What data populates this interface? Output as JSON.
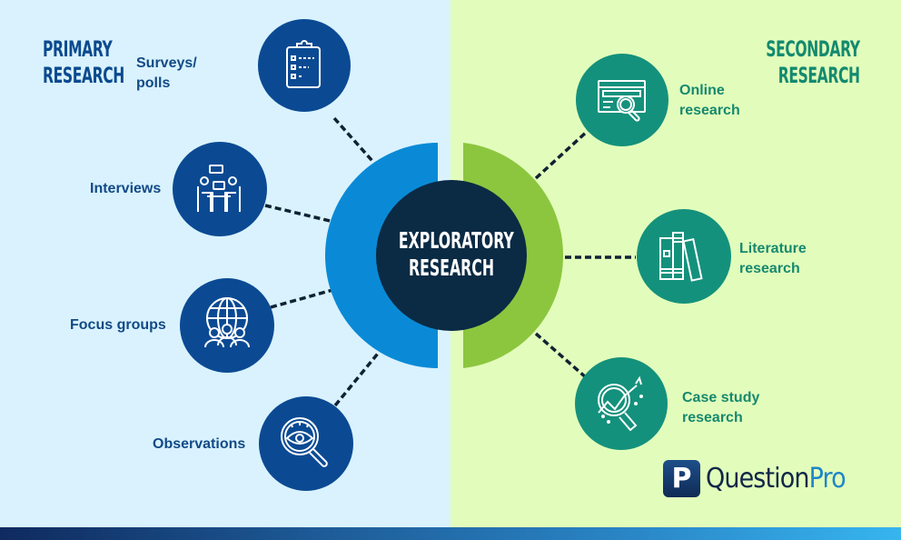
{
  "title": "Exploratory Research",
  "center": {
    "line1": "EXPLORATORY",
    "line2": "RESEARCH"
  },
  "primary": {
    "heading_line1": "PRIMARY",
    "heading_line2": "RESEARCH",
    "color": "#0b4a8f",
    "circle_color": "#0b4a93",
    "arc_color": "#0a8ad6",
    "items": [
      {
        "label_line1": "Surveys/",
        "label_line2": "polls",
        "icon": "clipboard-checklist-icon"
      },
      {
        "label_line1": "Interviews",
        "label_line2": "",
        "icon": "interview-meeting-icon"
      },
      {
        "label_line1": "Focus groups",
        "label_line2": "",
        "icon": "globe-group-icon"
      },
      {
        "label_line1": "Observations",
        "label_line2": "",
        "icon": "eye-magnifier-icon"
      }
    ]
  },
  "secondary": {
    "heading_line1": "SECONDARY",
    "heading_line2": "RESEARCH",
    "color": "#138a6f",
    "circle_color": "#14917c",
    "arc_color": "#8cc63f",
    "items": [
      {
        "label_line1": "Online",
        "label_line2": "research",
        "icon": "browser-search-icon"
      },
      {
        "label_line1": "Literature",
        "label_line2": "research",
        "icon": "books-icon"
      },
      {
        "label_line1": "Case study",
        "label_line2": "research",
        "icon": "analytics-magnifier-icon"
      }
    ]
  },
  "logo": {
    "mark": "P",
    "text_part1": "Question",
    "text_part2": "Pro"
  },
  "colors": {
    "bg_left": "#d9f2fe",
    "bg_right": "#e2fdbb",
    "center_circle": "#0b2a44",
    "connector": "#0f2233"
  }
}
